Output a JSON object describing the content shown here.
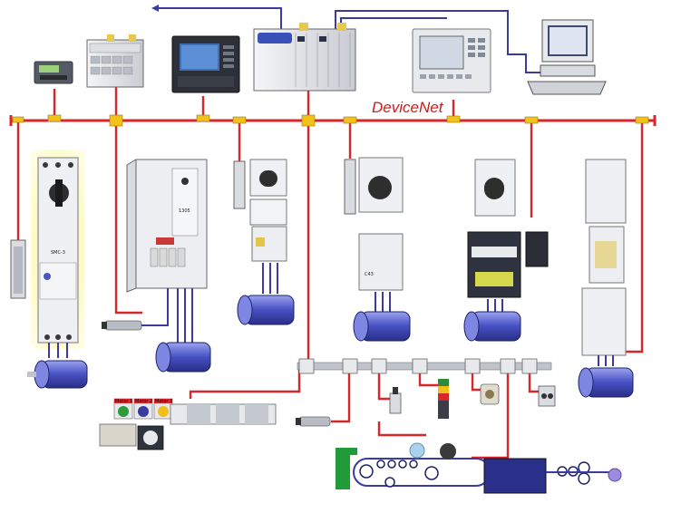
{
  "network": {
    "label": "DeviceNet",
    "trunk_color": "#d8262b",
    "drop_color": "#d8262b",
    "signal_color": "#3a3aa0"
  },
  "device_labels": {
    "smc_text": "SMC-3",
    "drive_text": "1305",
    "drive2_text": "C43"
  },
  "motor_pushbuttons": [
    "Motor 1",
    "Motor 2",
    "Motor 3"
  ],
  "colors": {
    "highlight_glow": "#fff36b",
    "motor_body": "#4b55c8",
    "cabinet": "#e7e9ec",
    "conveyor_box": "#2a2f8a",
    "green_plate": "#1f9b3a"
  }
}
